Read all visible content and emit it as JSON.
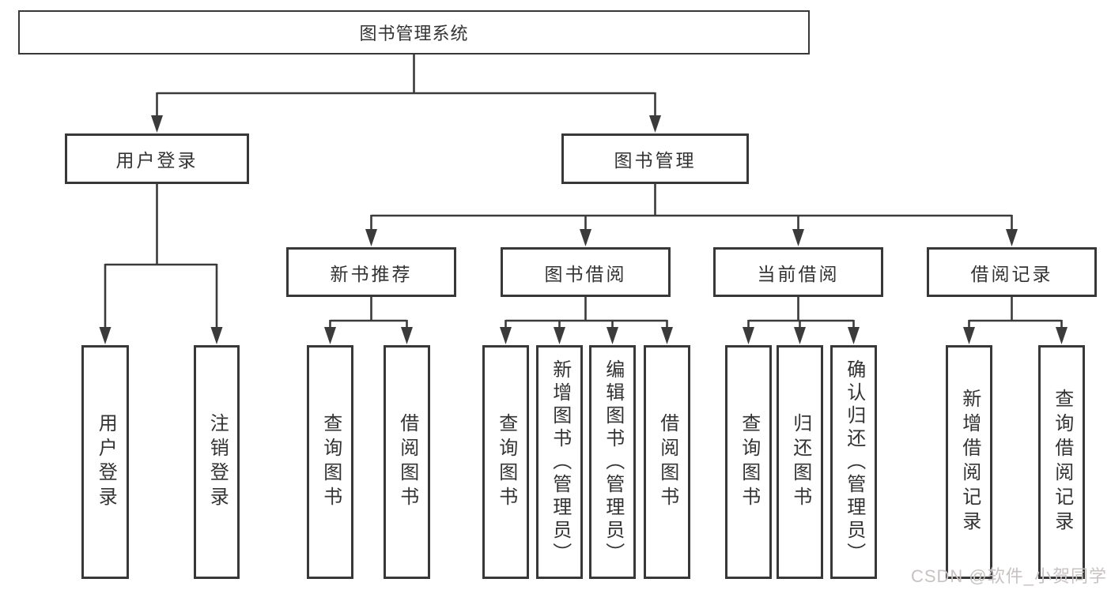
{
  "diagram": {
    "root": "图书管理系统",
    "branches": [
      {
        "label": "用户登录",
        "children": [
          "用户登录",
          "注销登录"
        ]
      },
      {
        "label": "图书管理",
        "modules": [
          {
            "label": "新书推荐",
            "children": [
              "查询图书",
              "借阅图书"
            ]
          },
          {
            "label": "图书借阅",
            "children": [
              "查询图书",
              "新增图书（管理员）",
              "编辑图书（管理员）",
              "借阅图书"
            ]
          },
          {
            "label": "当前借阅",
            "children": [
              "查询图书",
              "归还图书",
              "确认归还（管理员）"
            ]
          },
          {
            "label": "借阅记录",
            "children": [
              "新增借阅记录",
              "查询借阅记录"
            ]
          }
        ]
      }
    ]
  },
  "watermark": "CSDN @软件_小贺同学",
  "colors": {
    "line": "#3b3b3b",
    "border": "#383838",
    "text": "#333333",
    "watermark": "#c8c2c2",
    "background": "#ffffff"
  }
}
